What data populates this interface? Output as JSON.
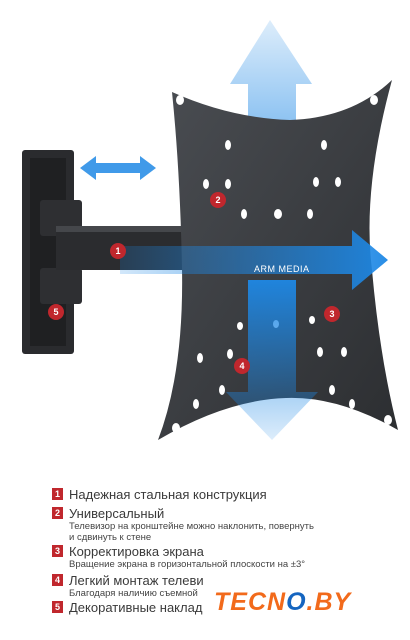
{
  "brand": "ARM MEDIA",
  "badges": [
    "1",
    "2",
    "3",
    "4",
    "5"
  ],
  "features": [
    {
      "num": "1",
      "title": "Надежная стальная конструкция",
      "desc": ""
    },
    {
      "num": "2",
      "title": "Универсальный",
      "desc": "Телевизор на кронштейне можно наклонить, повернуть",
      "desc2": "и сдвинуть к стене"
    },
    {
      "num": "3",
      "title": "Корректировка экрана",
      "desc": "Вращение экрана в горизонтальной плоскости на ±3°"
    },
    {
      "num": "4",
      "title": "Легкий монтаж телеви",
      "desc": "Благодаря наличию съемной"
    },
    {
      "num": "5",
      "title": "Декоративные наклад",
      "desc": ""
    }
  ],
  "watermark": {
    "left": "TEC",
    "mid": "N",
    "dot": "O",
    "right": ".BY"
  },
  "colors": {
    "badge": "#c0272d",
    "arrow": "#1e88e5",
    "plate": "#3a3d41",
    "watermark": "#f26a1b"
  }
}
